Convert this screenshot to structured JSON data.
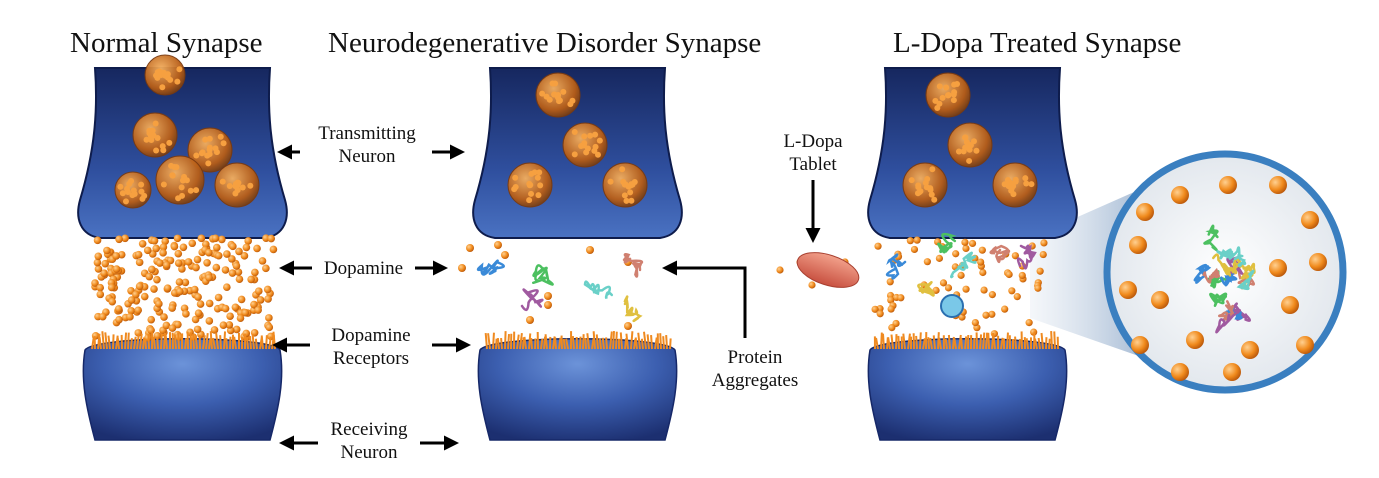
{
  "titles": {
    "normal": "Normal Synapse",
    "disorder": "Neurodegenerative Disorder Synapse",
    "treated": "L-Dopa Treated Synapse"
  },
  "labels": {
    "transmitting_line1": "Transmitting",
    "transmitting_line2": "Neuron",
    "dopamine": "Dopamine",
    "receptors_line1": "Dopamine",
    "receptors_line2": "Receptors",
    "receiving_line1": "Receiving",
    "receiving_line2": "Neuron",
    "protein_line1": "Protein",
    "protein_line2": "Aggregates",
    "ldopa_line1": "L-Dopa",
    "ldopa_line2": "Tablet"
  },
  "colors": {
    "neuron_dark": "#1b2d6e",
    "neuron_mid": "#3556a8",
    "neuron_light": "#5b84cf",
    "dopamine": "#f08a1c",
    "vesicle": "#c0661a",
    "tablet": "#e0705a",
    "zoom_border": "#3a7fc0"
  }
}
